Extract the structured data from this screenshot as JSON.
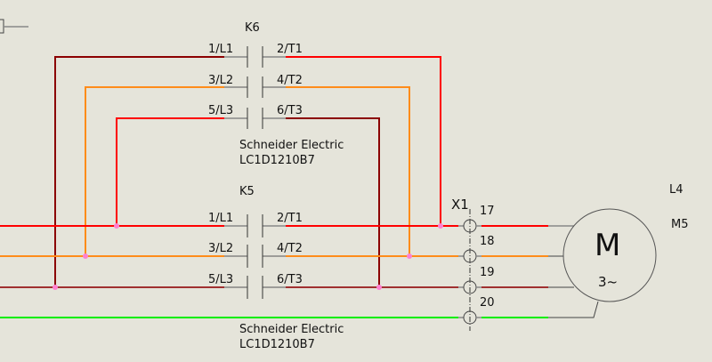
{
  "colors": {
    "background": "#e5e4da",
    "phase_L1": "#ff0000",
    "phase_L2": "#ff8c1a",
    "phase_L3_dark": "#8b0000",
    "phase_L3_brown": "#a03030",
    "earth": "#00ee00",
    "wire_grey": "#7a7a7a",
    "junction": "#ff80d0"
  },
  "contactors": [
    {
      "id": "K6",
      "label": "K6",
      "manufacturer": "Schneider Electric",
      "part_number": "LC1D1210B7",
      "poles": [
        {
          "in": "1/L1",
          "out": "2/T1"
        },
        {
          "in": "3/L2",
          "out": "4/T2"
        },
        {
          "in": "5/L3",
          "out": "6/T3"
        }
      ]
    },
    {
      "id": "K5",
      "label": "K5",
      "manufacturer": "Schneider Electric",
      "part_number": "LC1D1210B7",
      "poles": [
        {
          "in": "1/L1",
          "out": "2/T1"
        },
        {
          "in": "3/L2",
          "out": "4/T2"
        },
        {
          "in": "5/L3",
          "out": "6/T3"
        }
      ]
    }
  ],
  "terminal_strip": {
    "label": "X1",
    "terminals": [
      "17",
      "18",
      "19",
      "20"
    ]
  },
  "motor": {
    "symbol": "M",
    "phases": "3~",
    "location": "L4",
    "tag": "M5"
  }
}
